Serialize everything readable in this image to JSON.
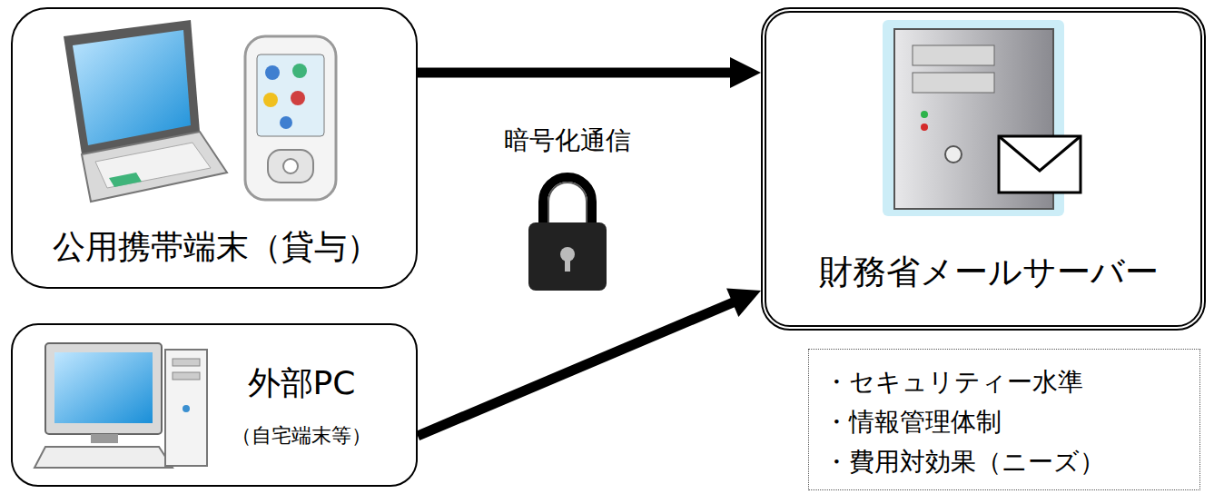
{
  "diagram": {
    "nodes": [
      {
        "text": [
          "公用携帯端末（貸与）"
        ]
      },
      {
        "text": [
          "外部PC",
          "（自宅端末等）"
        ]
      },
      {
        "text": [
          "財務省メールサーバー"
        ]
      },
      {
        "text": [
          "・セキュリティー水準",
          "・情報管理体制",
          "・費用対効果（ニーズ）"
        ]
      }
    ],
    "edges": [
      {
        "from": 0,
        "to": 2,
        "arrow": "to"
      },
      {
        "from": 1,
        "to": 2,
        "arrow": "to"
      }
    ],
    "labels": [
      "暗号化通信"
    ]
  }
}
